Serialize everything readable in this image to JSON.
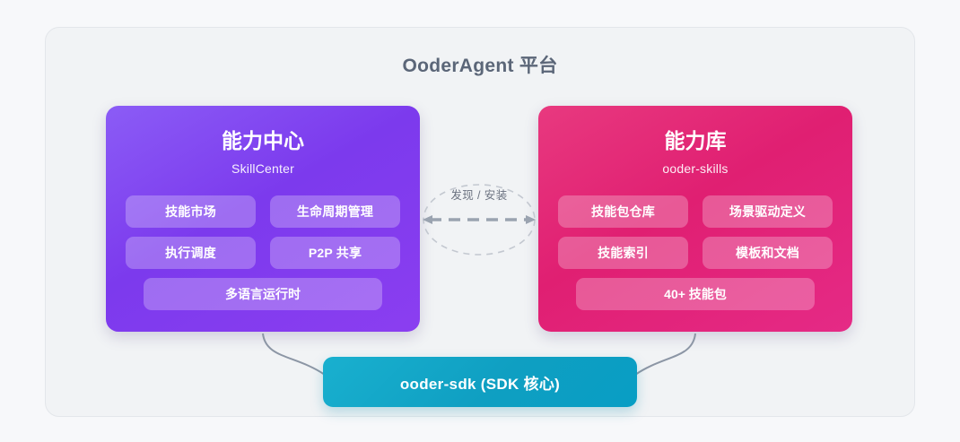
{
  "platform": {
    "title": "OoderAgent 平台"
  },
  "panels": [
    {
      "key": "skill-center",
      "title": "能力中心",
      "subtitle": "SkillCenter",
      "color": "#7c3aed",
      "chips": [
        "技能市场",
        "生命周期管理",
        "执行调度",
        "P2P 共享"
      ],
      "wide_chip": "多语言运行时"
    },
    {
      "key": "skill-library",
      "title": "能力库",
      "subtitle": "ooder-skills",
      "color": "#e01f72",
      "chips": [
        "技能包仓库",
        "场景驱动定义",
        "技能索引",
        "模板和文档"
      ],
      "wide_chip": "40+ 技能包"
    }
  ],
  "connector": {
    "label": "发现 / 安装",
    "color": "#9aa3b0"
  },
  "sdk": {
    "label": "ooder-sdk (SDK 核心)",
    "color": "#0f9fc2"
  }
}
